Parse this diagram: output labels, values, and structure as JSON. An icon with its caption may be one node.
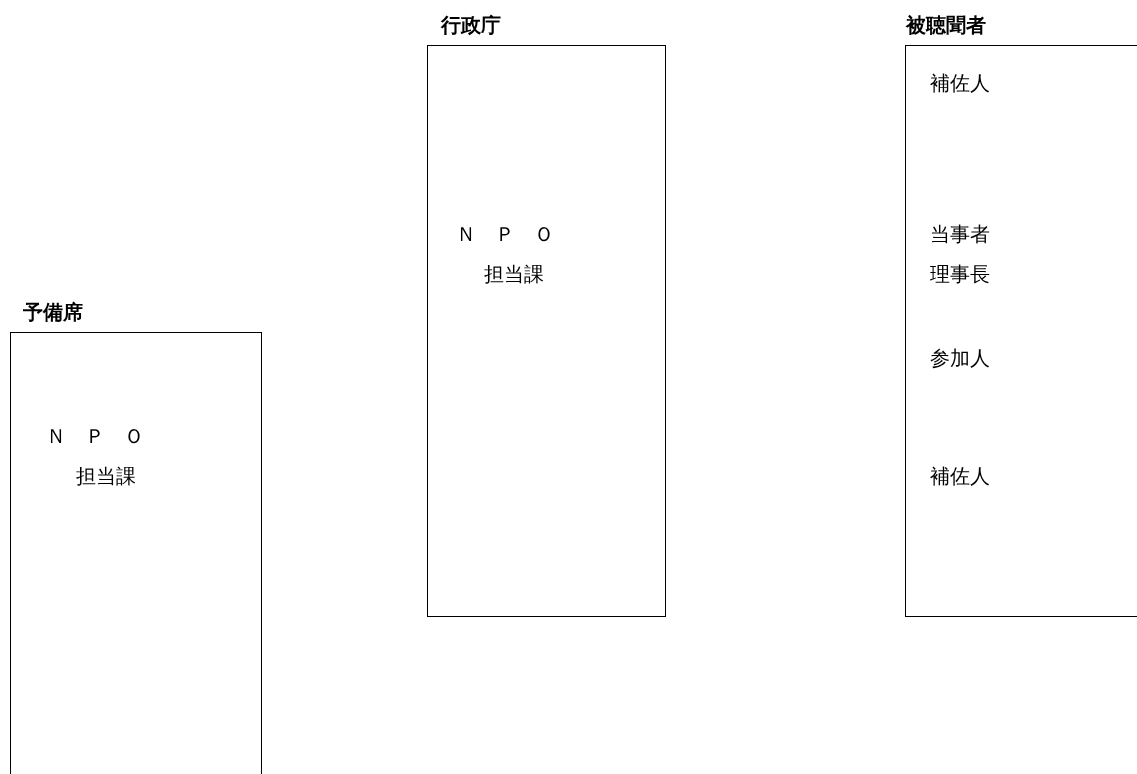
{
  "diagram": {
    "nodes": [
      {
        "text": [
          "予備席",
          "ＮＰＯ",
          "担当課"
        ]
      },
      {
        "text": [
          "行政庁",
          "ＮＰＯ",
          "担当課"
        ]
      },
      {
        "text": [
          "被聴聞者",
          "補佐人",
          "当事者",
          "理事長",
          "参加人",
          "補佐人"
        ]
      }
    ]
  }
}
